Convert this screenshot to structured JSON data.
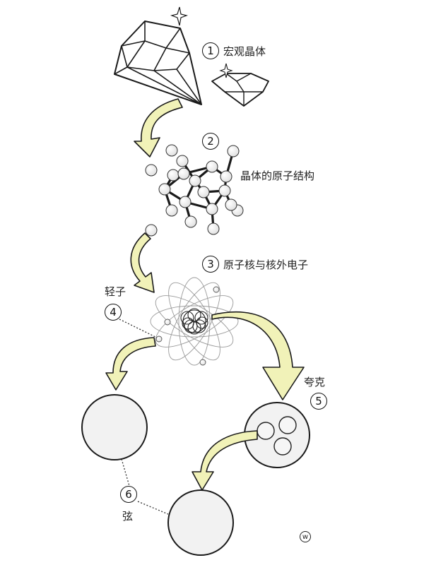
{
  "stages": [
    {
      "number": "1",
      "label": "宏观晶体"
    },
    {
      "number": "2",
      "label": "晶体的原子结构"
    },
    {
      "number": "3",
      "label": "原子核与核外电子"
    },
    {
      "number": "4",
      "label": "轻子"
    },
    {
      "number": "5",
      "label": "夸克"
    },
    {
      "number": "6",
      "label": "弦"
    }
  ],
  "watermark": "w",
  "colors": {
    "arrow_fill": "#f1f2b8",
    "line": "#1a1a1a",
    "sphere_fill": "#f2f2f2"
  }
}
